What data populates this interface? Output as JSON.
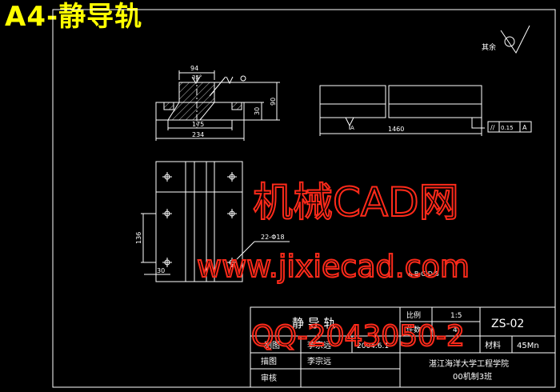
{
  "header": {
    "title": "A4-静导轨"
  },
  "drawing": {
    "roughness_note": "其余",
    "dims": {
      "top_width": "94",
      "chamfer": "35°",
      "inner_width": "175",
      "overall_width": "234",
      "height_small": "30",
      "height_total": "90",
      "length": "1460",
      "hole_span": "136",
      "edge_offset": "30",
      "hole_note": "22-Φ18",
      "datum_a": "A",
      "datum_a2": "A"
    },
    "tolerance": {
      "symbol": "//",
      "value": "0.15",
      "datum": "A"
    },
    "detail_note": "A-B-C-D-8"
  },
  "watermark": {
    "line1": "机械CAD网",
    "line2": "www.jixiecad.com",
    "line3": "QQ-2043050-2"
  },
  "title_block": {
    "part_name": "静 导 轨",
    "scale_label": "比例",
    "scale_value": "1:5",
    "qty_label": "件数",
    "qty_value": "4",
    "drawing_no": "ZS-02",
    "designer_label": "制图",
    "designer": "李宗远",
    "date": "2004.6.1",
    "material_label": "材料",
    "material": "45Mn",
    "drafter_label": "描图",
    "drafter": "李宗远",
    "checker_label": "审核",
    "school": "湛江海洋大学工程学院",
    "class": "00机制3班"
  },
  "colors": {
    "background": "#000000",
    "lines": "#ffffff",
    "title": "#ffff00",
    "watermark": "#ff2a1a"
  }
}
